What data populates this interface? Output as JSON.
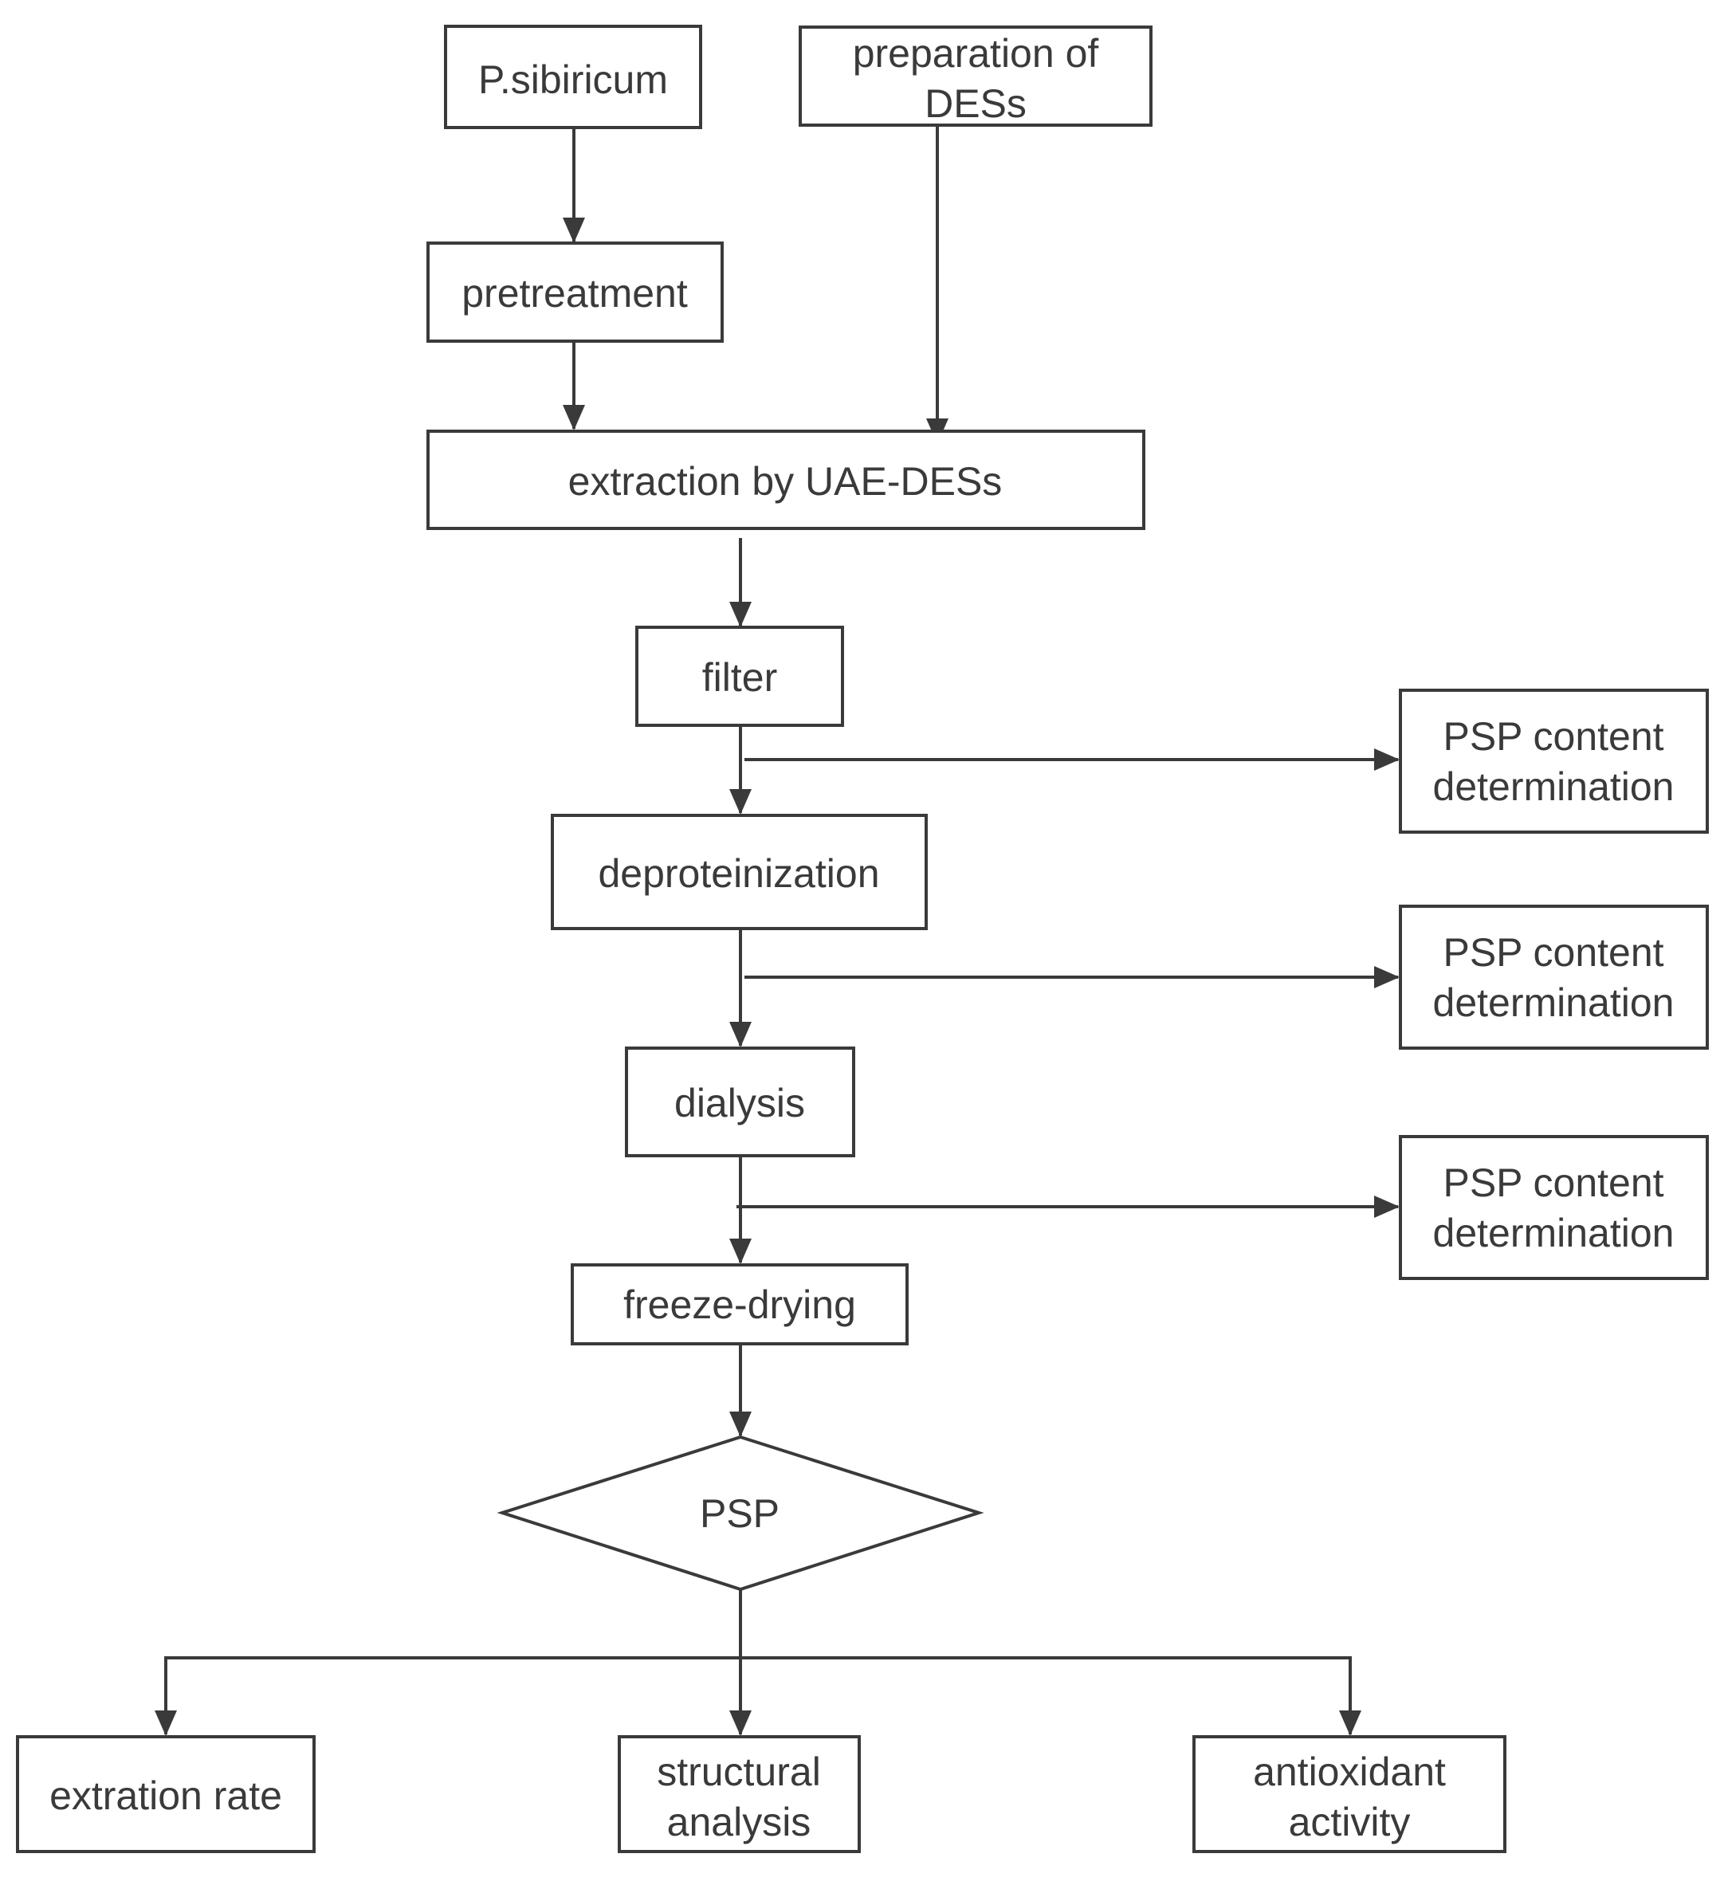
{
  "nodes": {
    "p_sibiricum": {
      "lines": [
        "P.sibiricum"
      ]
    },
    "prep_des": {
      "lines": [
        "preparation of",
        "DESs"
      ]
    },
    "pretreatment": {
      "lines": [
        "pretreatment"
      ]
    },
    "extraction": {
      "lines": [
        "extraction by UAE-DESs"
      ]
    },
    "filter": {
      "lines": [
        "filter"
      ]
    },
    "psp_content_1": {
      "lines": [
        "PSP content",
        "determination"
      ]
    },
    "deproteinization": {
      "lines": [
        "deproteinization"
      ]
    },
    "psp_content_2": {
      "lines": [
        "PSP content",
        "determination"
      ]
    },
    "dialysis": {
      "lines": [
        "dialysis"
      ]
    },
    "psp_content_3": {
      "lines": [
        "PSP content",
        "determination"
      ]
    },
    "freeze_drying": {
      "lines": [
        "freeze-drying"
      ]
    },
    "psp": {
      "lines": [
        "PSP"
      ]
    },
    "extration_rate": {
      "lines": [
        "extration rate"
      ]
    },
    "structural_analysis": {
      "lines": [
        "structural",
        "analysis"
      ]
    },
    "antioxidant_activity": {
      "lines": [
        "antioxidant",
        "activity"
      ]
    }
  },
  "edges": [
    {
      "from": "p_sibiricum",
      "to": "pretreatment"
    },
    {
      "from": "pretreatment",
      "to": "extraction"
    },
    {
      "from": "prep_des",
      "to": "extraction"
    },
    {
      "from": "extraction",
      "to": "filter"
    },
    {
      "from": "filter",
      "to": "deproteinization"
    },
    {
      "from": "filter",
      "to": "psp_content_1"
    },
    {
      "from": "deproteinization",
      "to": "dialysis"
    },
    {
      "from": "deproteinization",
      "to": "psp_content_2"
    },
    {
      "from": "dialysis",
      "to": "freeze_drying"
    },
    {
      "from": "dialysis",
      "to": "psp_content_3"
    },
    {
      "from": "freeze_drying",
      "to": "psp"
    },
    {
      "from": "psp",
      "to": "extration_rate"
    },
    {
      "from": "psp",
      "to": "structural_analysis"
    },
    {
      "from": "psp",
      "to": "antioxidant_activity"
    }
  ],
  "colors": {
    "stroke": "#3a3a3a",
    "text": "#3a3a3a",
    "background": "#ffffff"
  }
}
